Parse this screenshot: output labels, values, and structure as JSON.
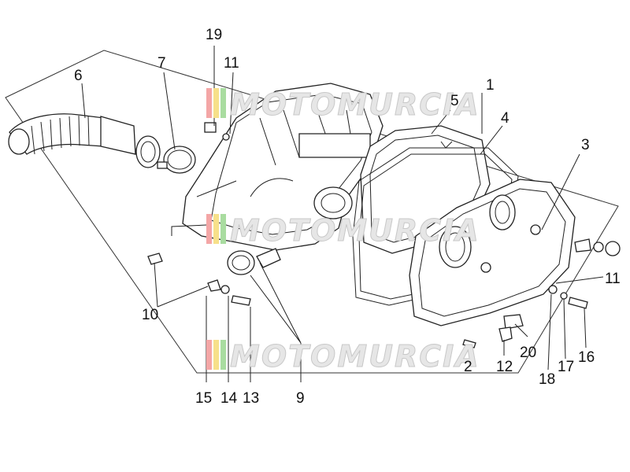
{
  "callouts": [
    {
      "id": "c1",
      "label": "1"
    },
    {
      "id": "c2",
      "label": "2"
    },
    {
      "id": "c3",
      "label": "3"
    },
    {
      "id": "c4",
      "label": "4"
    },
    {
      "id": "c5",
      "label": "5"
    },
    {
      "id": "c6",
      "label": "6"
    },
    {
      "id": "c7",
      "label": "7"
    },
    {
      "id": "c9",
      "label": "9"
    },
    {
      "id": "c10",
      "label": "10"
    },
    {
      "id": "c11a",
      "label": "11"
    },
    {
      "id": "c11b",
      "label": "11"
    },
    {
      "id": "c12",
      "label": "12"
    },
    {
      "id": "c13",
      "label": "13"
    },
    {
      "id": "c14",
      "label": "14"
    },
    {
      "id": "c15",
      "label": "15"
    },
    {
      "id": "c16",
      "label": "16"
    },
    {
      "id": "c17",
      "label": "17"
    },
    {
      "id": "c18",
      "label": "18"
    },
    {
      "id": "c19",
      "label": "19"
    },
    {
      "id": "c20",
      "label": "20"
    }
  ],
  "watermark": {
    "text": "MOTOMURCIA",
    "stripe_colors": [
      "#f4a6a6",
      "#f7e08a",
      "#a9dca0"
    ]
  }
}
